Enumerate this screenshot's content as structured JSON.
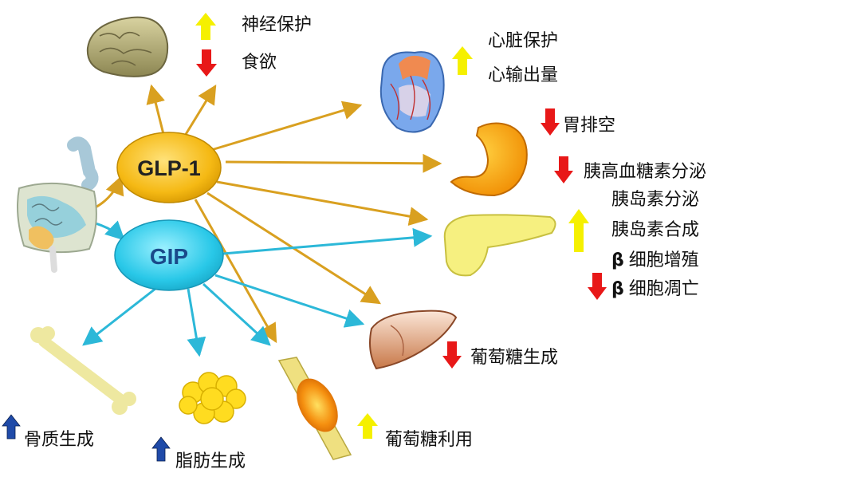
{
  "hubs": {
    "glp1": {
      "label": "GLP-1",
      "color": "#f5b914"
    },
    "gip": {
      "label": "GIP",
      "color": "#29c8e8"
    }
  },
  "colors": {
    "glp1_arrow": "#d9a020",
    "gip_arrow": "#2cb8d8",
    "up_yellow": "#f5f000",
    "down_red": "#e81818",
    "up_blue": "#1f4aa8"
  },
  "effects": {
    "brain": {
      "icon": "brain-icon",
      "items": [
        {
          "text": "神经保护",
          "dir": "up"
        },
        {
          "text": "食欲",
          "dir": "down"
        }
      ]
    },
    "heart": {
      "icon": "heart-icon",
      "items": [
        {
          "text": "心脏保护",
          "dir": "up"
        },
        {
          "text": "心输出量",
          "dir": "up"
        }
      ]
    },
    "stomach": {
      "icon": "stomach-icon",
      "items": [
        {
          "text": "胃排空",
          "dir": "down"
        }
      ]
    },
    "pancreas": {
      "icon": "pancreas-icon",
      "glucagon": {
        "text": "胰高血糖素分泌",
        "dir": "down"
      },
      "insulin_secretion": {
        "text": "胰岛素分泌",
        "dir": "up"
      },
      "insulin_synthesis": {
        "text": "胰岛素合成",
        "dir": "up"
      },
      "beta_symbol": "β",
      "beta_proliferation": {
        "text": "细胞增殖",
        "dir": "up"
      },
      "beta_apoptosis": {
        "text": "细胞凋亡",
        "dir": "down"
      }
    },
    "liver": {
      "icon": "liver-icon",
      "items": [
        {
          "text": "葡萄糖生成",
          "dir": "down"
        }
      ]
    },
    "muscle": {
      "icon": "muscle-icon",
      "items": [
        {
          "text": "葡萄糖利用",
          "dir": "up"
        }
      ]
    },
    "bone": {
      "icon": "bone-icon",
      "items": [
        {
          "text": "骨质生成",
          "dir": "up"
        }
      ]
    },
    "fat": {
      "icon": "fat-icon",
      "items": [
        {
          "text": "脂肪生成",
          "dir": "up"
        }
      ]
    },
    "intestine": {
      "icon": "intestine-icon"
    }
  }
}
